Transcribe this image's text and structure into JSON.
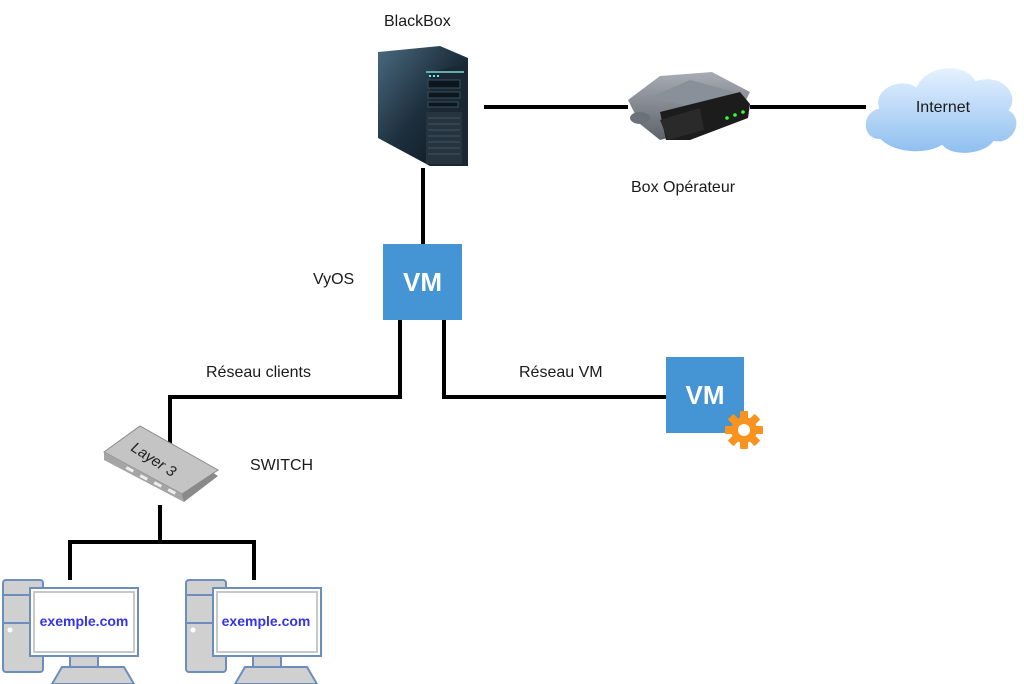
{
  "diagram": {
    "nodes": {
      "blackbox": {
        "label": "BlackBox",
        "icon": "server-tower-icon"
      },
      "box_operateur": {
        "label": "Box Opérateur",
        "icon": "router-icon"
      },
      "internet": {
        "label": "Internet",
        "icon": "cloud-icon"
      },
      "vyos": {
        "label": "VyOS",
        "badge": "VM",
        "icon": "vm-icon"
      },
      "vm_service": {
        "badge": "VM",
        "icon": "vm-gear-icon"
      },
      "switch": {
        "label": "SWITCH",
        "device_text": "Layer 3",
        "icon": "switch-icon"
      },
      "client1": {
        "screen_text": "exemple.com",
        "icon": "desktop-computer-icon"
      },
      "client2": {
        "screen_text": "exemple.com",
        "icon": "desktop-computer-icon"
      }
    },
    "links": {
      "reseau_clients": "Réseau clients",
      "reseau_vm": "Réseau VM"
    },
    "colors": {
      "vm_blue": "#4594d3",
      "gear_orange": "#f7931e",
      "link": "#000000",
      "screen_text": "#3333ee",
      "pc_outline": "#6c8ebf",
      "pc_fill": "#d0d0d0",
      "cloud_top": "#ddeeff",
      "cloud_bottom": "#8ebfef"
    }
  }
}
